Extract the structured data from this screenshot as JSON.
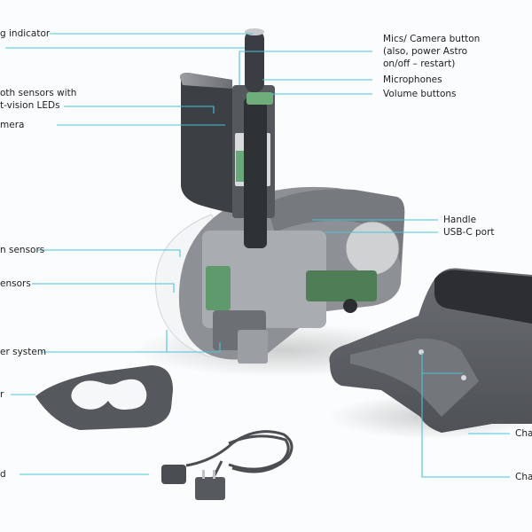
{
  "diagram": {
    "subject": "Astro robot exploded cutaway view",
    "accent_color": "#4cc3d9",
    "callouts_left": [
      {
        "id": "indicator",
        "text": "g indicator"
      },
      {
        "id": "depth-sensors",
        "text_line1": "oth sensors with",
        "text_line2": "t-vision LEDs"
      },
      {
        "id": "camera",
        "text": "mera"
      },
      {
        "id": "sensors-1",
        "text": "n sensors"
      },
      {
        "id": "sensors-2",
        "text": "ensors"
      },
      {
        "id": "speaker",
        "text": "er system"
      },
      {
        "id": "mat",
        "text": "r"
      },
      {
        "id": "cord",
        "text": "d"
      }
    ],
    "callouts_right": [
      {
        "id": "mics-button",
        "text_line1": "Mics/ Camera button",
        "text_line2": "(also, power Astro",
        "text_line3": "on/off – restart)"
      },
      {
        "id": "microphones",
        "text": "Microphones"
      },
      {
        "id": "volume",
        "text": "Volume buttons"
      },
      {
        "id": "handle",
        "text": "Handle"
      },
      {
        "id": "usbc",
        "text": "USB-C port"
      },
      {
        "id": "charging-dock",
        "text": "Cha"
      },
      {
        "id": "charging-contacts",
        "text": "Cha"
      }
    ]
  }
}
